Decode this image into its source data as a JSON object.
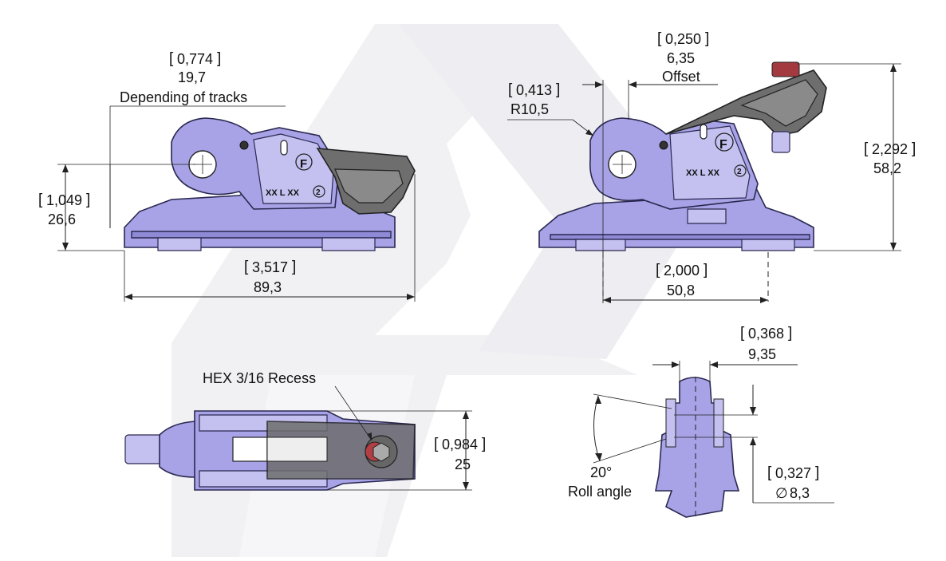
{
  "colors": {
    "part": "#a7a3e6",
    "lever": "#6e6e6e",
    "pin_red": "#a33a40",
    "watermark": "#efeff2"
  },
  "side_view_left": {
    "width_label": "Depending of tracks",
    "width_inch": "0,774",
    "width_mm": "19,7",
    "height_inch": "1,049",
    "height_mm": "26,6",
    "length_inch": "3,517",
    "length_mm": "89,3",
    "part_marking": "XX L XX",
    "circled_number": "2",
    "f_mark": "F"
  },
  "side_view_right": {
    "offset_inch": "0,250",
    "offset_mm": "6,35",
    "offset_label": "Offset",
    "radius_inch": "0,413",
    "radius_mm": "R10,5",
    "height_inch": "2,292",
    "height_mm": "58,2",
    "pitch_inch": "2,000",
    "pitch_mm": "50,8",
    "part_marking": "XX L XX",
    "circled_number": "2",
    "f_mark": "F"
  },
  "top_view": {
    "recess_label": "HEX 3/16 Recess",
    "width_inch": "0,984",
    "width_mm": "25"
  },
  "section_view": {
    "width_inch": "0,368",
    "width_mm": "9,35",
    "roll_angle_value": "20°",
    "roll_angle_label": "Roll angle",
    "diameter_inch": "0,327",
    "diameter_symbol": "∅",
    "diameter_mm": "8,3"
  }
}
